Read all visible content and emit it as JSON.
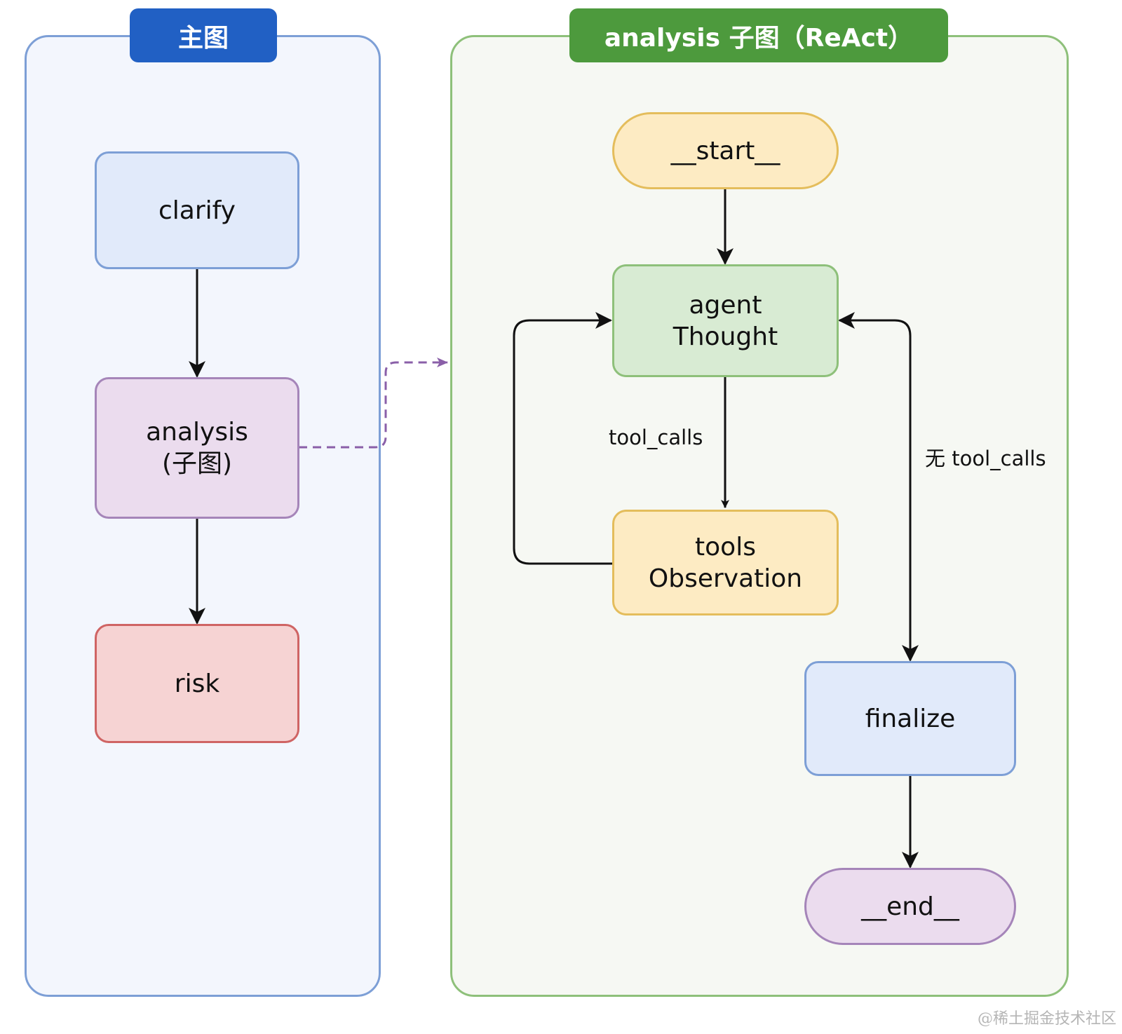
{
  "main_graph": {
    "title": "主图",
    "nodes": {
      "clarify": "clarify",
      "analysis_line1": "analysis",
      "analysis_line2": "(子图)",
      "risk": "risk"
    }
  },
  "subgraph": {
    "title": "analysis 子图（ReAct）",
    "nodes": {
      "start": "__start__",
      "agent_line1": "agent",
      "agent_line2": "Thought",
      "tools_line1": "tools",
      "tools_line2": "Observation",
      "finalize": "finalize",
      "end": "__end__"
    },
    "edge_labels": {
      "tool_calls": "tool_calls",
      "no_tool_calls": "无 tool_calls"
    }
  },
  "watermark": "@稀土掘金技术社区",
  "colors": {
    "main_title_bg": "#2160c4",
    "sub_title_bg": "#4d9a3d",
    "subgraph_link": "#8a5fa8"
  }
}
